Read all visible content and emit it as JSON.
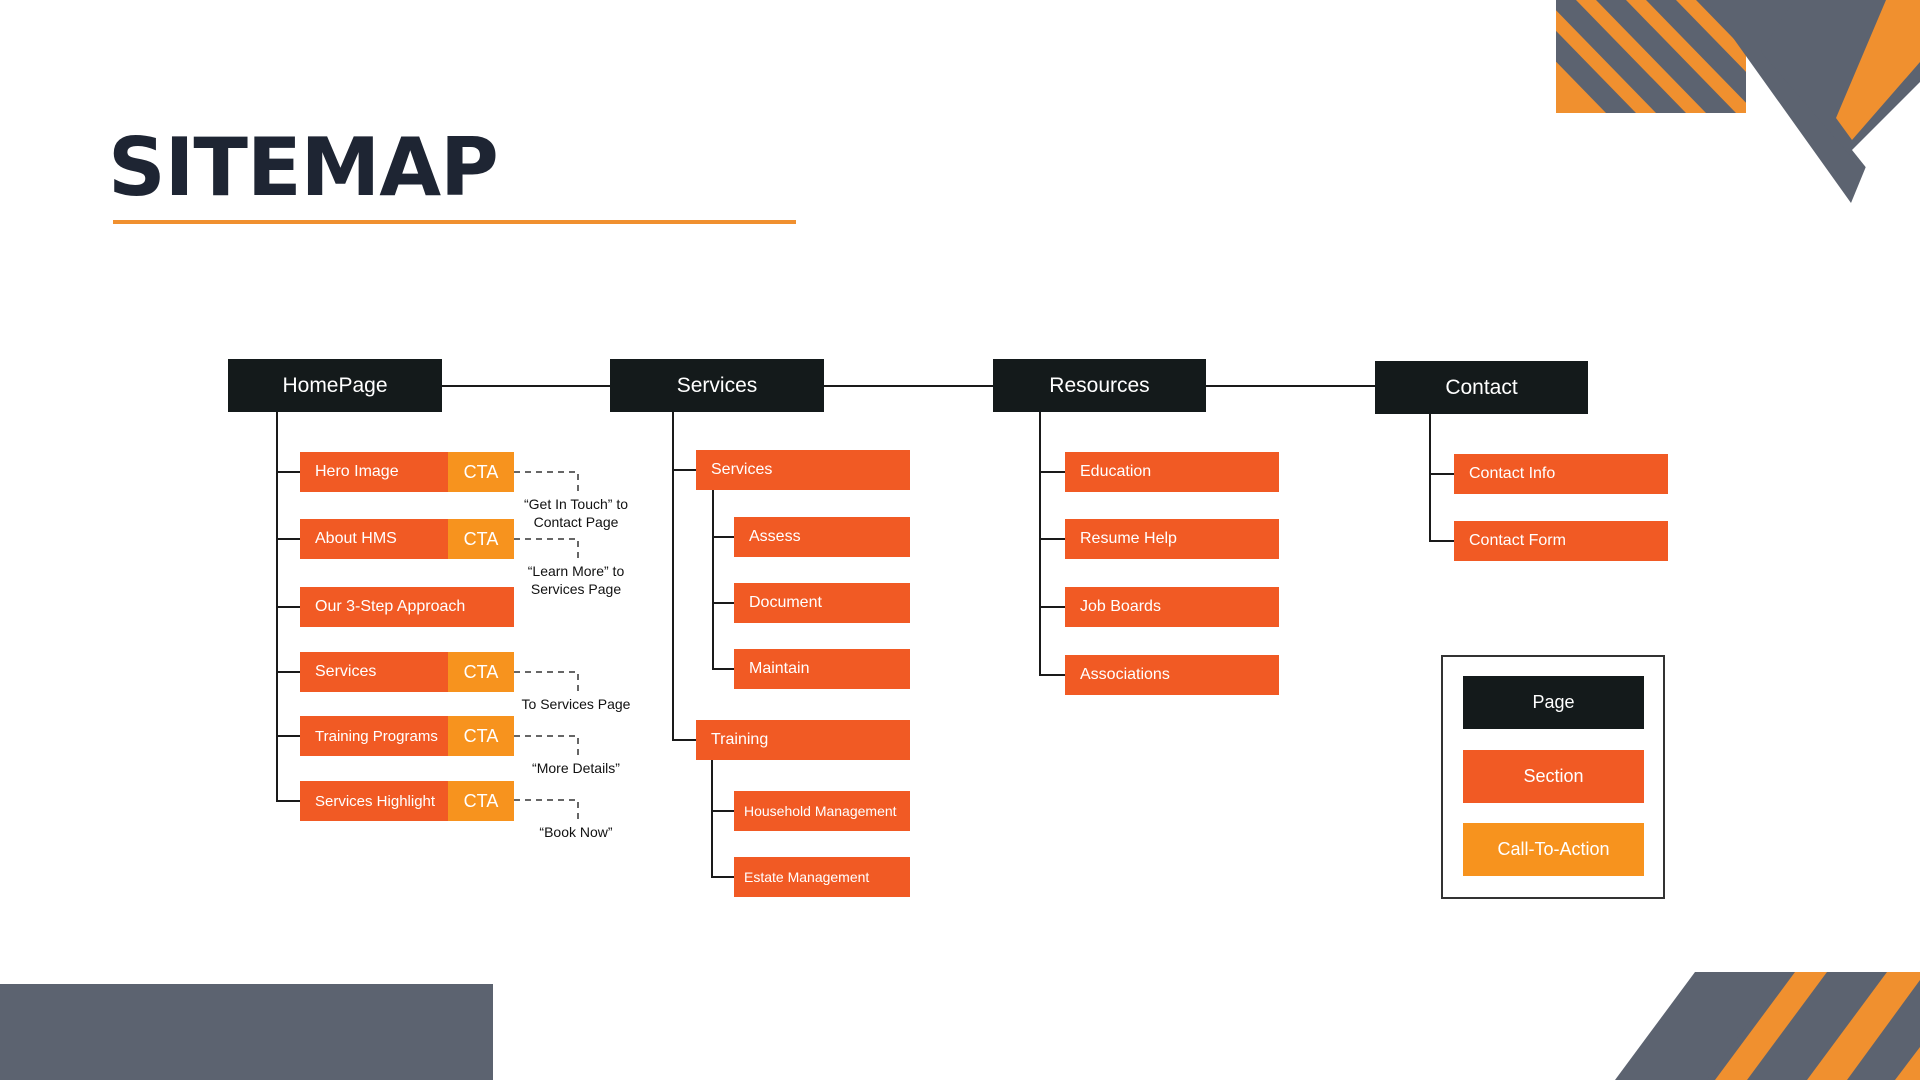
{
  "title": "SITEMAP",
  "colors": {
    "page": "#141a1b",
    "section": "#f15a24",
    "cta": "#f7931e",
    "accent": "#f0902f",
    "gray": "#5c6370"
  },
  "pages": {
    "homepage": "HomePage",
    "services": "Services",
    "resources": "Resources",
    "contact": "Contact"
  },
  "homepage_sections": [
    {
      "label": "Hero Image",
      "cta": "CTA"
    },
    {
      "label": "About HMS",
      "cta": "CTA"
    },
    {
      "label": "Our 3-Step Approach"
    },
    {
      "label": "Services",
      "cta": "CTA"
    },
    {
      "label": "Training Programs",
      "cta": "CTA"
    },
    {
      "label": "Services Highlight",
      "cta": "CTA"
    }
  ],
  "cta_notes": [
    "“Get In Touch” to Contact Page",
    "“Learn More” to Services Page",
    "To Services Page",
    "“More Details”",
    "“Book Now”"
  ],
  "services_sections": {
    "services": "Services",
    "services_children": [
      "Assess",
      "Document",
      "Maintain"
    ],
    "training": "Training",
    "training_children": [
      "Household Management",
      "Estate Management"
    ]
  },
  "resources_sections": [
    "Education",
    "Resume Help",
    "Job Boards",
    "Associations"
  ],
  "contact_sections": [
    "Contact Info",
    "Contact Form"
  ],
  "legend": {
    "page": "Page",
    "section": "Section",
    "cta": "Call-To-Action"
  }
}
